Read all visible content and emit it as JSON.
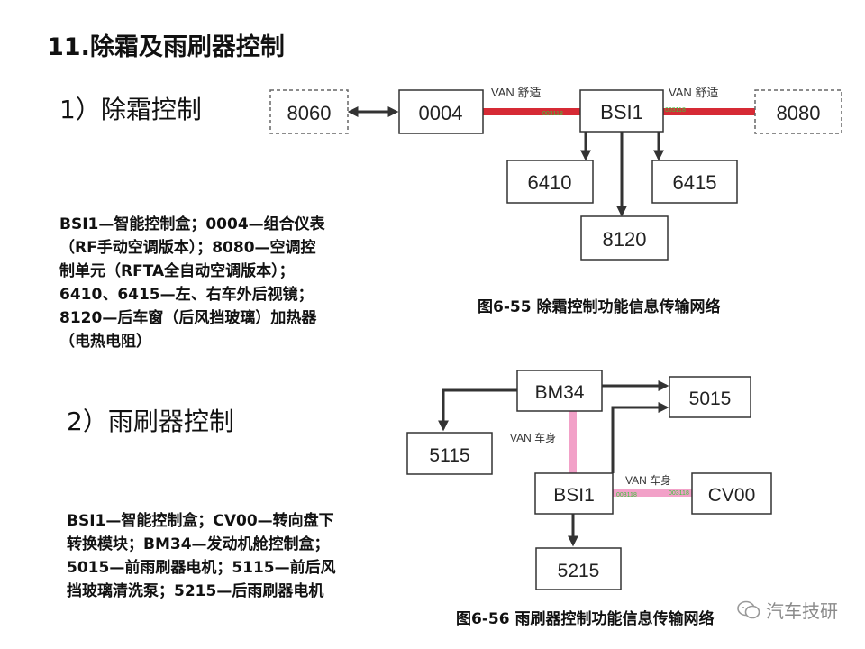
{
  "page": {
    "title": "11.除霜及雨刷器控制",
    "section1": {
      "heading": "1）除霜控制",
      "lines": [
        "BSI1—智能控制盒；0004—组合仪表",
        "（RF手动空调版本）；8080—空调控",
        "制单元（RFTA全自动空调版本）；",
        "6410、6415—左、右车外后视镜；",
        "8120—后车窗（后风挡玻璃）加热器",
        "（电热电阻）"
      ],
      "caption": "图6-55   除霜控制功能信息传输网络"
    },
    "section2": {
      "heading": "2）雨刷器控制",
      "lines": [
        "BSI1—智能控制盒；CV00—转向盘下",
        "转换模块；BM34—发动机舱控制盒；",
        "5015—前雨刷器电机；5115—前后风",
        "挡玻璃清洗泵；5215—后雨刷器电机"
      ],
      "caption": "图6-56   雨刷器控制功能信息传输网络"
    },
    "watermark": "汽车技研"
  },
  "diagram1": {
    "nodes": {
      "n8060": "8060",
      "n0004": "0004",
      "bsi1": "BSI1",
      "n8080": "8080",
      "n6410": "6410",
      "n6415": "6415",
      "n8120": "8120"
    },
    "bus_label_left": "VAN 舒适",
    "bus_label_right": "VAN 舒适",
    "connector_left": "003118",
    "connector_right": "003118"
  },
  "diagram2": {
    "nodes": {
      "bm34": "BM34",
      "n5015": "5015",
      "n5115": "5115",
      "bsi1": "BSI1",
      "cv00": "CV00",
      "n5215": "5215"
    },
    "bus_label_vertical": "VAN 车身",
    "bus_label_horizontal": "VAN 车身",
    "connector_left": "003118",
    "connector_right": "003118"
  },
  "colors": {
    "comfort_bus": "#d62a35",
    "body_bus": "#f2a1c8",
    "connector_text": "#3ec43e",
    "box_border": "#333333",
    "arrow": "#333333"
  }
}
